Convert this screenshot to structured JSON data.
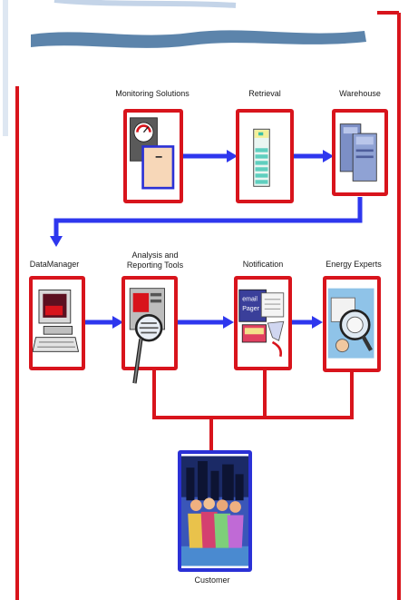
{
  "nodes": {
    "monitoring": {
      "label": "Monitoring Solutions"
    },
    "retrieval": {
      "label": "Retrieval"
    },
    "warehouse": {
      "label": "Warehouse"
    },
    "datamanager": {
      "label": "DataManager"
    },
    "analysis": {
      "label": "Analysis and\nReporting Tools"
    },
    "notification": {
      "label": "Notification"
    },
    "experts": {
      "label": "Energy Experts"
    },
    "customer": {
      "label": "Customer"
    }
  },
  "notification_icon": {
    "email_text": "email",
    "pager_text": "Pager"
  },
  "colors": {
    "frame": "#d8141c",
    "arrow": "#2e37ee",
    "customer_border": "#2b31d6"
  }
}
